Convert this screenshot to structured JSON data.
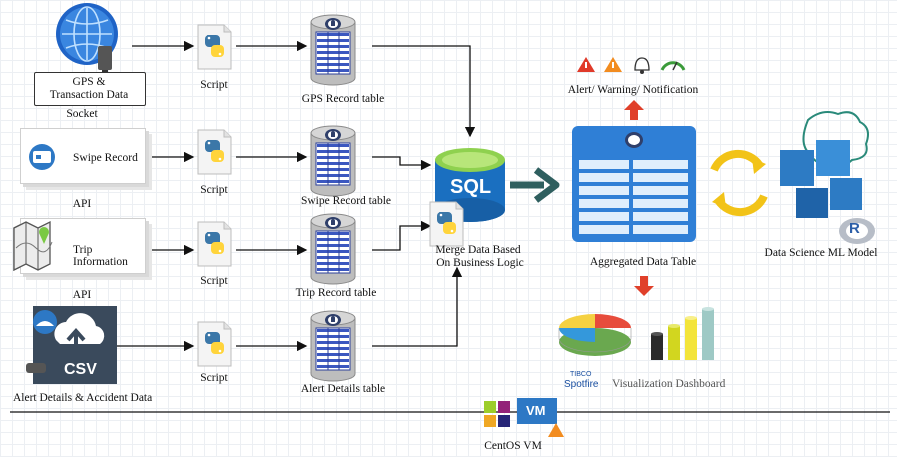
{
  "sources": {
    "gps": {
      "line1": "GPS &",
      "line2": "Transaction Data",
      "protocol": "Socket"
    },
    "swipe": {
      "label": "Swipe Record",
      "protocol": "API"
    },
    "trip": {
      "label": "Trip Information",
      "protocol": "API"
    },
    "alert": {
      "label": "Alert Details & Accident Data",
      "badge": "CSV"
    }
  },
  "scripts": [
    "Script",
    "Script",
    "Script",
    "Script"
  ],
  "tables": [
    "GPS Record table",
    "Swipe Record table",
    "Trip Record table",
    "Alert Details table"
  ],
  "merge": {
    "badge": "SQL",
    "line1": "Merge Data Based",
    "line2": "On Business Logic"
  },
  "aggregated": {
    "label": "Aggregated Data Table"
  },
  "alerts": {
    "label": "Alert/ Warning/ Notification"
  },
  "ml": {
    "label": "Data Science ML Model",
    "badge": "R"
  },
  "viz": {
    "label": "Visualization Dashboard",
    "brand1": "TIBCO",
    "brand2": "Spotfire"
  },
  "vm": {
    "label": "CentOS VM",
    "badge": "VM"
  },
  "colors": {
    "arrow": "#111111",
    "big_arrow": "#2f5f5f",
    "table_blue": "#2f7fd6",
    "sql_blue": "#1a6fc0",
    "up_arrow": "#e0402a",
    "sync": "#f2c318",
    "ml_blue": "#2d7bc4",
    "ml_teal": "#2a8a7a"
  }
}
